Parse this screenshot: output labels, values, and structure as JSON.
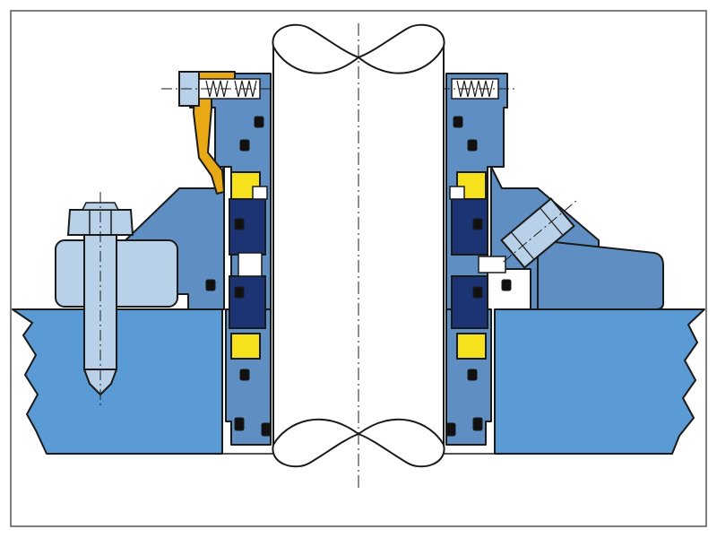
{
  "colors": {
    "background": "#ffffff",
    "frame": "#555555",
    "housing_blue": "#5b9bd5",
    "component_blue": "#5f8fc2",
    "gland_light": "#b8d0e8",
    "seal_face_navy": "#1c3374",
    "secondary_yellow": "#f6e11d",
    "clamp_orange": "#e9a914",
    "shaft_white": "#ffffff",
    "oring_black": "#111111",
    "outline": "#1a1a1a"
  },
  "diagram": {
    "subject": "mechanical-seal-cross-section",
    "parts": [
      "housing",
      "shaft",
      "gland",
      "stud-bolt",
      "set-screw",
      "clamp",
      "mating-ring",
      "seal-face",
      "o-ring",
      "flush-port"
    ]
  }
}
